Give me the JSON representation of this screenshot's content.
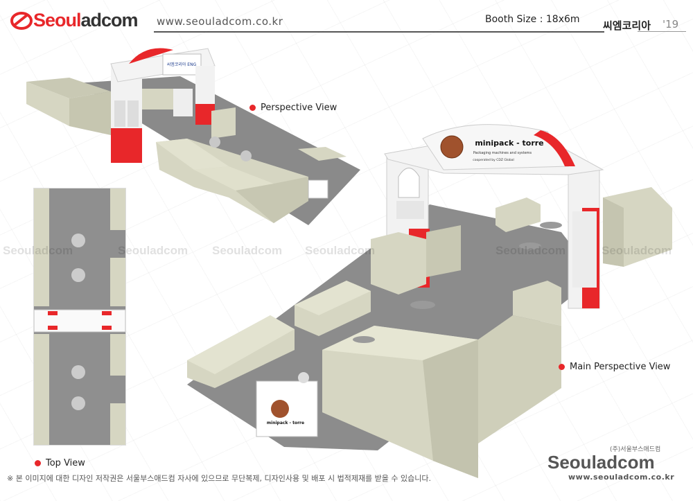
{
  "header": {
    "brand_name_red": "Seoul",
    "brand_name_dark": "adcom",
    "website": "www.seouladcom.co.kr",
    "booth_size": "Booth Size : 18x6m",
    "client_name": "씨엠코리아",
    "year": "'19"
  },
  "labels": {
    "perspective_view": "Perspective View",
    "main_perspective_view": "Main Perspective View",
    "top_view": "Top View"
  },
  "signage": {
    "main_brand": "minipack - torre",
    "main_tagline": "Packaging machines and systems",
    "main_cooperated": "cooperated by CDZ Global",
    "rear_brand": "씨엠코리아 ENG",
    "counter_brand": "minipack - torre"
  },
  "watermarks": [
    "Seouladcom",
    "Seouladcom",
    "Seouladcom",
    "Seouladcom",
    "Seouladcom",
    "Seouladcom"
  ],
  "footer": {
    "company_small": "(주)서울부스애드컴",
    "brand": "Seouladcom",
    "url": "www.seouladcom.co.kr",
    "copyright": "※ 본 이미지에 대한 디자인 저작권은 서울부스애드컴 자사에 있으므로 무단복제, 디자인사용 및 배포 시 법적제재를 받을 수 있습니다."
  },
  "colors": {
    "accent_red": "#e8272a",
    "beige_wall": "#d6d6c2",
    "carpet_grey": "#8c8c8c",
    "truss_white": "#f2f2f2"
  }
}
